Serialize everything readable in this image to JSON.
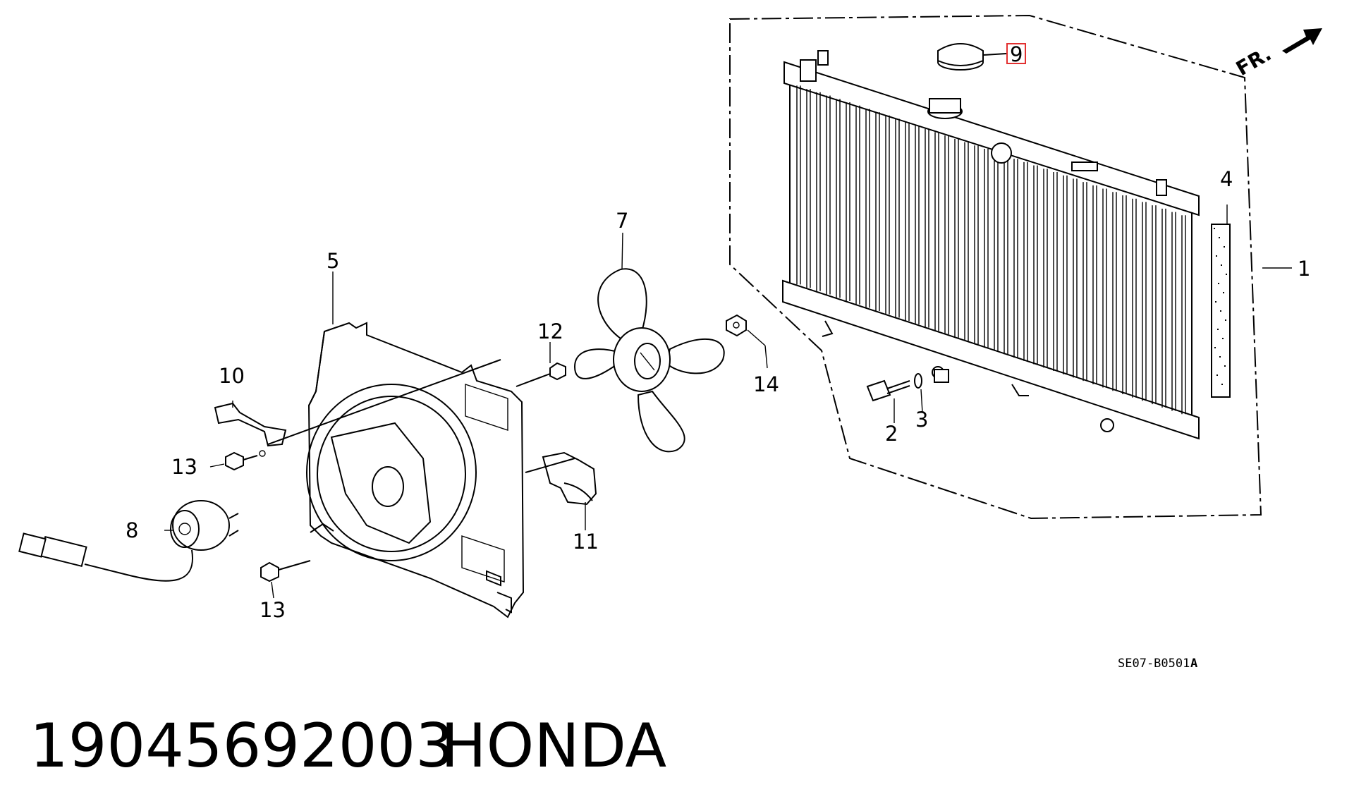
{
  "diagram": {
    "callouts": {
      "c1": "1",
      "c2": "2",
      "c3": "3",
      "c4": "4",
      "c5": "5",
      "c7": "7",
      "c8": "8",
      "c9": "9",
      "c10": "10",
      "c11": "11",
      "c12": "12",
      "c13a": "13",
      "c13b": "13",
      "c14": "14"
    },
    "direction_label": "FR.",
    "drawing_code": "SE07-B0501",
    "drawing_rev": "A",
    "highlight_color": "#e23030"
  },
  "footer": {
    "part_number": "19045692003",
    "brand": "HONDA"
  }
}
